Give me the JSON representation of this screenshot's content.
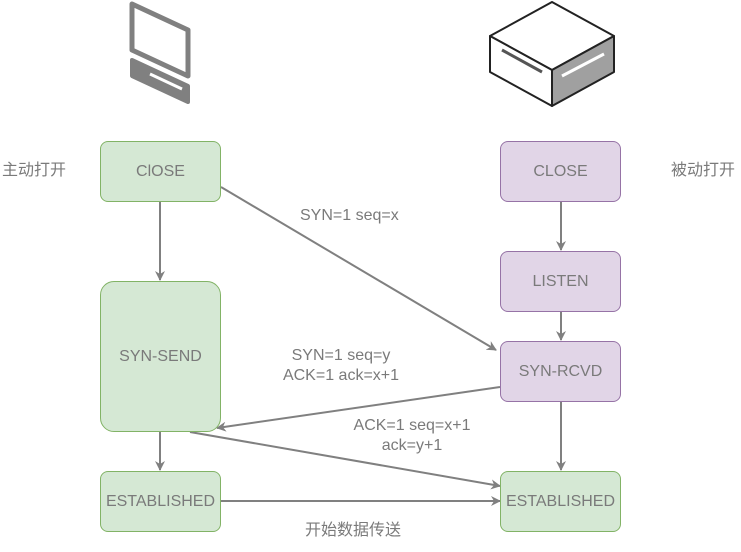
{
  "nodes": {
    "client_close": "ClOSE",
    "client_syn_send": "SYN-SEND",
    "client_established": "ESTABLISHED",
    "server_close": "CLOSE",
    "server_listen": "LISTEN",
    "server_syn_rcvd": "SYN-RCVD",
    "server_established": "ESTABLISHED"
  },
  "side_labels": {
    "active_open": "主动打开",
    "passive_open": "被动打开"
  },
  "edge_labels": {
    "syn": "SYN=1 seq=x",
    "syn_ack_line1": "SYN=1 seq=y",
    "syn_ack_line2": "ACK=1 ack=x+1",
    "ack_line1": "ACK=1 seq=x+1",
    "ack_line2": "ack=y+1",
    "data_transfer": "开始数据传送"
  },
  "icons": {
    "client": "computer-icon",
    "server": "server-icon"
  },
  "colors": {
    "client_fill": "#d5e8d4",
    "client_stroke": "#82b366",
    "server_fill": "#e1d5e7",
    "server_stroke": "#9673a6",
    "arrow": "#808080",
    "text": "#7a7a7a"
  }
}
